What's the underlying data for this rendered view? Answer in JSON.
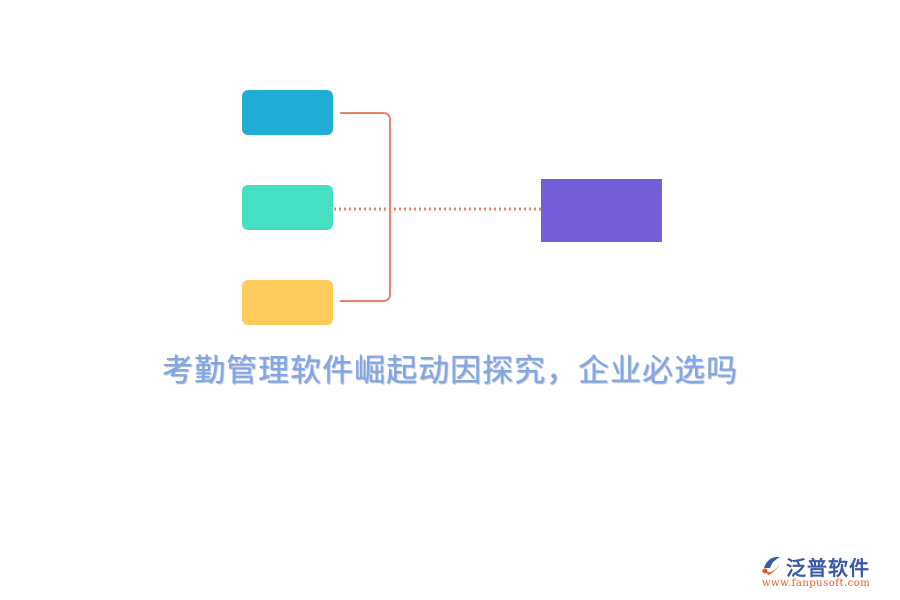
{
  "diagram": {
    "nodes": [
      {
        "id": "top-left-box",
        "color": "#1fadd6"
      },
      {
        "id": "middle-left-box",
        "color": "#45dfc1"
      },
      {
        "id": "bottom-left-box",
        "color": "#ffcb5c"
      },
      {
        "id": "right-box",
        "color": "#745fd9"
      }
    ],
    "connector_color": "#e8826a"
  },
  "title": "考勤管理软件崛起动因探究，企业必选吗",
  "logo": {
    "name": "泛普软件",
    "url": "www.fanpusoft.com",
    "mark_colors": [
      "#3a5aa8",
      "#e05a2a"
    ]
  }
}
